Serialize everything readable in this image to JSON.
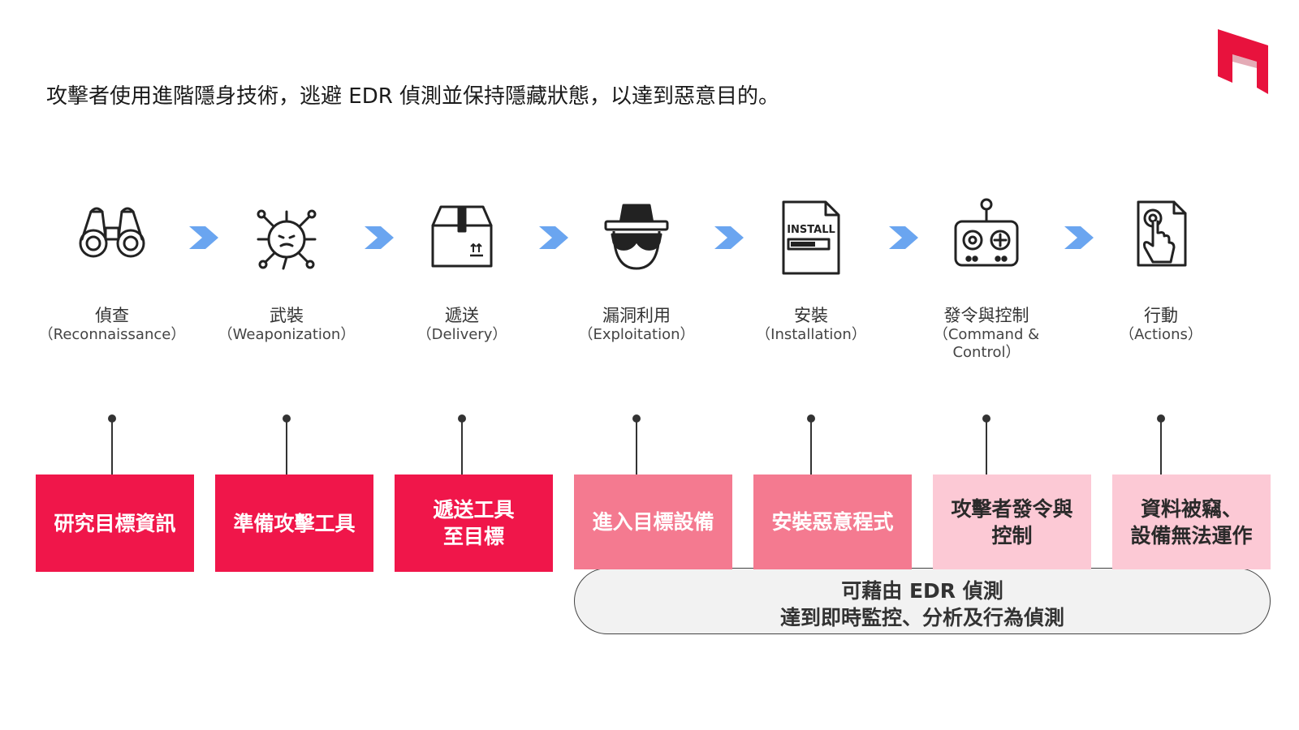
{
  "subtitle": "攻擊者使用進階隱身技術，逃避 EDR 偵測並保持隱藏狀態，以達到惡意目的。",
  "colors": {
    "strong": "#f0164a",
    "medium": "#f47a90",
    "light": "#fcc9d5",
    "arrow": "#6aa5f0",
    "logo": "#e8123d"
  },
  "stages": [
    {
      "zh": "偵查",
      "en": "（Reconnaissance）",
      "icon": "binoculars-icon",
      "box": "研究目標資訊"
    },
    {
      "zh": "武裝",
      "en": "（Weaponization）",
      "icon": "virus-icon",
      "box": "準備攻擊工具"
    },
    {
      "zh": "遞送",
      "en": "（Delivery）",
      "icon": "package-box-icon",
      "box": "遞送工具\n至目標"
    },
    {
      "zh": "漏洞利用",
      "en": "（Exploitation）",
      "icon": "spy-hacker-icon",
      "box": "進入目標設備"
    },
    {
      "zh": "安裝",
      "en": "（Installation）",
      "icon": "install-file-icon",
      "box": "安裝惡意程式"
    },
    {
      "zh": "發令與控制",
      "en": "（Command &\nControl）",
      "icon": "game-controller-icon",
      "box": "攻擊者發令與\n控制"
    },
    {
      "zh": "行動",
      "en": "（Actions）",
      "icon": "document-touch-icon",
      "box": "資料被竊、\n設備無法運作"
    }
  ],
  "edr_note": {
    "line1": "可藉由 EDR 偵測",
    "line2": "達到即時監控、分析及行為偵測"
  }
}
